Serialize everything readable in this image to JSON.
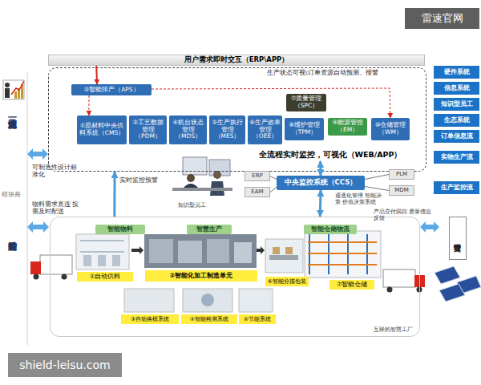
{
  "diagram": {
    "nodes": [
      {
        "text": [
          "用户需求即时交互（ERP\\APP）"
        ]
      },
      {
        "text": [
          "生产状态可视\\订单资源自动预测、报警"
        ]
      },
      {
        "text": [
          "②智能排产（APS）"
        ],
        "in": 1
      },
      {
        "text": [
          "①原材料中央供料系统（CMS）"
        ],
        "in": 1
      },
      {
        "text": [
          "③工艺数据管理（PDM）"
        ],
        "in": 1
      },
      {
        "text": [
          "④机台状态管理（MDS）"
        ],
        "in": 1
      },
      {
        "text": [
          "⑤生产执行管理（MES）"
        ],
        "in": 1
      },
      {
        "text": [
          "⑥生产效率管理（OEE）"
        ],
        "in": 1
      },
      {
        "text": [
          "⑦质量管理（SPC）"
        ],
        "in": 1
      },
      {
        "text": [
          "⑧维护管理（TPM）"
        ],
        "in": 1
      },
      {
        "text": [
          "⑨能源管控（EM）"
        ],
        "in": 1
      },
      {
        "text": [
          "⑩仓储管理（WM）"
        ],
        "in": 1
      },
      {
        "text": [
          "全流程实时监控，可视化（WEB/APP）"
        ],
        "in": 1
      },
      {
        "text": [
          "ERP"
        ]
      },
      {
        "text": [
          "EAM"
        ]
      },
      {
        "text": [
          "中央监控系统（CCS）"
        ]
      },
      {
        "text": [
          "PLM"
        ]
      },
      {
        "text": [
          "MDM"
        ]
      },
      {
        "text": [
          "硬件系统"
        ]
      },
      {
        "text": [
          "信息系统"
        ]
      },
      {
        "text": [
          "知识型员工"
        ]
      },
      {
        "text": [
          "生态系统"
        ]
      },
      {
        "text": [
          "订单信息流"
        ]
      },
      {
        "text": [
          "实物生产流"
        ]
      },
      {
        "text": [
          "生产监控流"
        ]
      },
      {
        "text": [
          "交付管理"
        ]
      },
      {
        "text": [
          "互联的智慧工厂"
        ]
      },
      {
        "text": [
          "智能物料"
        ],
        "in": 26
      },
      {
        "text": [
          "智慧生产"
        ],
        "in": 26
      },
      {
        "text": [
          "智能仓储物流"
        ],
        "in": 26
      },
      {
        "text": [
          "①自动供料"
        ],
        "in": 26
      },
      {
        "text": [
          "②智能化加工制造单元"
        ],
        "in": 26
      },
      {
        "text": [
          "⑥智能分拣包装"
        ],
        "in": 26
      },
      {
        "text": [
          "⑦智能仓储"
        ],
        "in": 26
      },
      {
        "text": [
          "③自动换模系统"
        ],
        "in": 26
      },
      {
        "text": [
          "④智能检测系统"
        ],
        "in": 26
      },
      {
        "text": [
          "⑤节能系统"
        ],
        "in": 26
      }
    ],
    "edges": [
      {
        "from": 0,
        "to": 2,
        "arrow": "to"
      },
      {
        "from": 26,
        "to": 1,
        "label": "实时监控预警",
        "arrow": "to"
      },
      {
        "from": 12,
        "to": 15,
        "arrow": "both"
      },
      {
        "from": 13,
        "to": 15,
        "arrow": "none"
      },
      {
        "from": 14,
        "to": 15,
        "arrow": "none"
      },
      {
        "from": 15,
        "to": 16,
        "arrow": "none"
      },
      {
        "from": 15,
        "to": 17,
        "arrow": "none"
      },
      {
        "from": 15,
        "to": 26,
        "arrow": "both"
      },
      {
        "from": 2,
        "to": 3,
        "arrow": "to"
      },
      {
        "from": 2,
        "to": 11,
        "arrow": "to"
      }
    ],
    "labels": [
      "云端一流资源",
      "可制造性设计标准化",
      "模块商",
      "物料需求直连 按需及时配送",
      "智能采购",
      "知识型员工",
      "通透化管理 智能决策 价值决策系统",
      "产品交付跟踪 质量信息反馈",
      "雷速官网",
      "shield-leisu.com"
    ]
  }
}
